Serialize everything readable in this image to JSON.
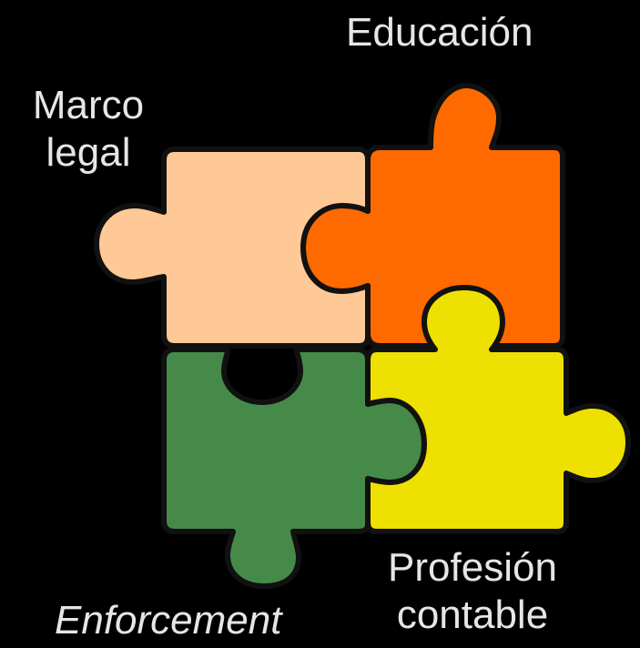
{
  "labels": {
    "educacion": "Educación",
    "marco_line1": "Marco",
    "marco_line2": "legal",
    "profesion_line1": "Profesión",
    "profesion_line2": "contable",
    "enforcement": "Enforcement"
  },
  "colors": {
    "background": "#000000",
    "text": "#e6e6e6",
    "outline": "#111111",
    "marco_legal": "#FFC897",
    "educacion": "#FF6A00",
    "enforcement": "#468A4A",
    "profesion_contable": "#EEE000"
  }
}
